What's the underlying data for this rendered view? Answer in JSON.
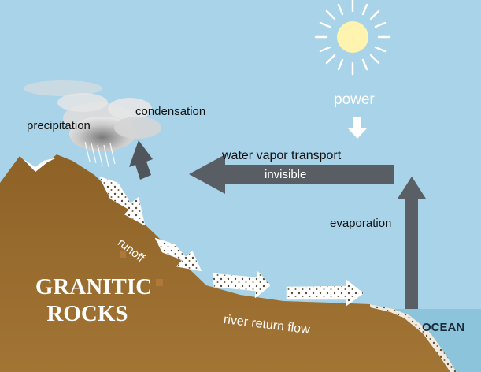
{
  "labels": {
    "precipitation": "precipitation",
    "condensation": "condensation",
    "power": "power",
    "water_vapor_transport": "water vapor transport",
    "invisible": "invisible",
    "evaporation": "evaporation",
    "runoff": "runoff",
    "river_return_flow": "river return flow",
    "rocks_line1": "GRANITIC",
    "rocks_line2": "ROCKS",
    "ocean": "OCEAN"
  },
  "icons": {
    "sun": "sun-icon",
    "cloud": "cloud-icon"
  },
  "colors": {
    "sky": "#a8d3e9",
    "land": "#9a6b2c",
    "ocean": "#8cc4db",
    "arrow_gray": "#5a5f66",
    "sun": "#fff3b0"
  }
}
